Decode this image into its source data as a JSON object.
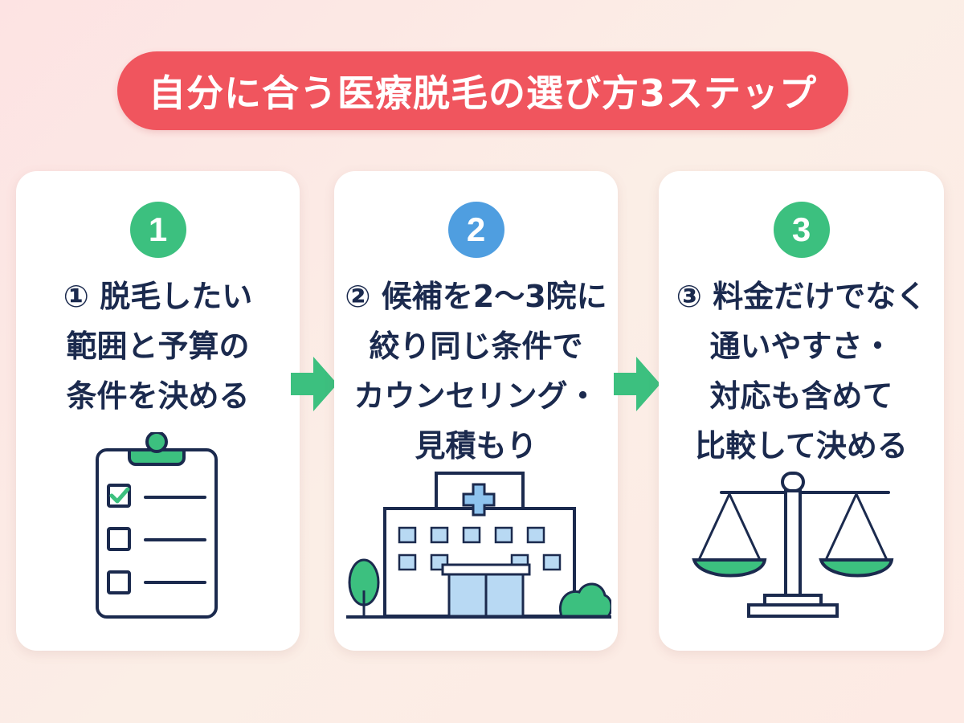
{
  "title": "自分に合う医療脱毛の選び方3ステップ",
  "colors": {
    "title_bg": "#f0555e",
    "badge_green": "#3cc07f",
    "badge_blue": "#4f9ee0",
    "arrow_green": "#3cc07f",
    "text_navy": "#1b2a4e"
  },
  "steps": [
    {
      "number": "1",
      "badge_color": "#3cc07f",
      "lines": [
        "① 脱毛したい",
        "範囲と予算の",
        "条件を決める"
      ],
      "icon": "clipboard-checklist-icon"
    },
    {
      "number": "2",
      "badge_color": "#4f9ee0",
      "lines": [
        "② 候補を2～3院に",
        "絞り同じ条件で",
        "カウンセリング・",
        "見積もり"
      ],
      "icon": "clinic-building-icon"
    },
    {
      "number": "3",
      "badge_color": "#3cc07f",
      "lines": [
        "③ 料金だけでなく",
        "通いやすさ・",
        "対応も含めて",
        "比較して決める"
      ],
      "icon": "balance-scale-icon"
    }
  ]
}
